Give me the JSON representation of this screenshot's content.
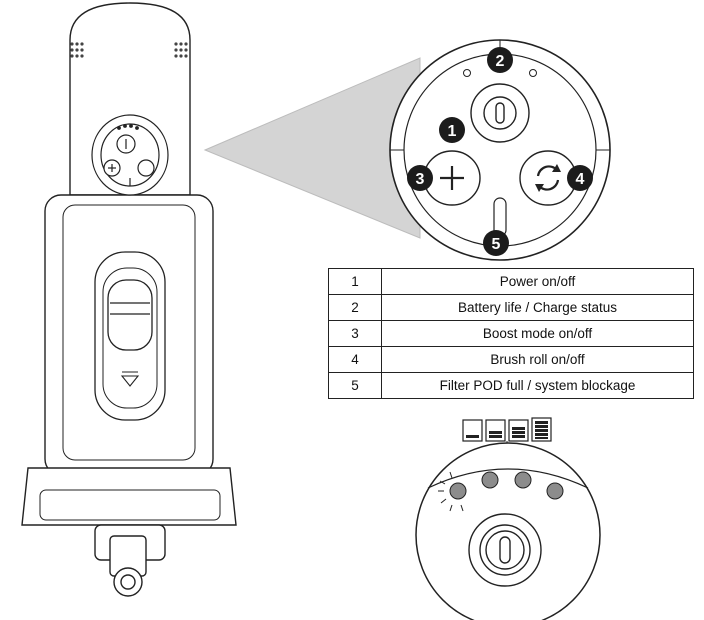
{
  "legend": {
    "rows": [
      {
        "num": "1",
        "label": "Power on/off"
      },
      {
        "num": "2",
        "label": "Battery life / Charge status"
      },
      {
        "num": "3",
        "label": "Boost mode on/off"
      },
      {
        "num": "4",
        "label": "Brush roll on/off"
      },
      {
        "num": "5",
        "label": "Filter POD full / system blockage"
      }
    ]
  },
  "callouts": [
    "1",
    "2",
    "3",
    "4",
    "5"
  ],
  "battery_indicator": {
    "levels": [
      1,
      2,
      3,
      4
    ],
    "leds": 4,
    "lit_led": 1
  },
  "colors": {
    "callout_fill": "#1c1c1c",
    "led_fill": "#8c8c8c",
    "zoom_wedge": "#d4d4d4",
    "outline": "#222222"
  },
  "icons": [
    "power-icon",
    "plus-icon",
    "refresh-icon",
    "down-triangle-icon",
    "battery-icon"
  ]
}
